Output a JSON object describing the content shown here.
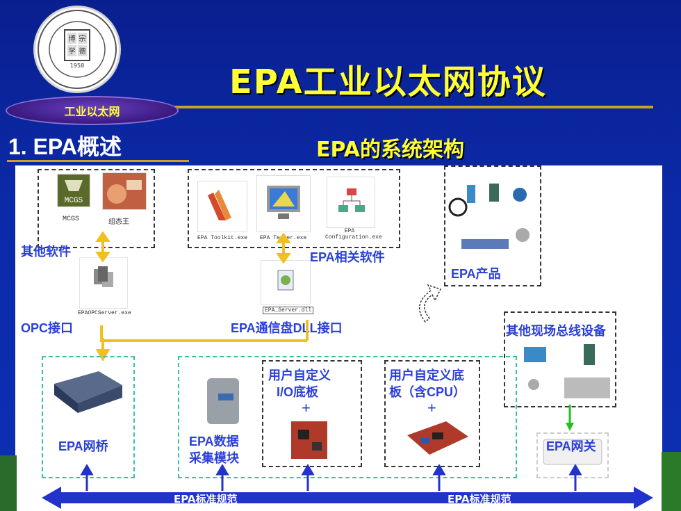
{
  "title": "EPA工业以太网协议",
  "oval_label": "工业以太网",
  "section_heading": "1.  EPA概述",
  "subtitle": "EPA的系统架构",
  "logo": {
    "year": "1958",
    "seal_chars": [
      "博",
      "学",
      "宗",
      "德"
    ]
  },
  "software": {
    "mcgs_label": "MCGS",
    "zutaiwang_label": "组态王",
    "other_software": "其他软件",
    "opc_exe": "EPAOPCServer.exe",
    "opc_interface": "OPC接口",
    "toolkit_exe": "EPA Toolkit.exe",
    "tester_exe": "EPA Tester.exe",
    "config_exe": "EPA Configuration.exe",
    "epa_software": "EPA相关软件",
    "dll_file": "EPA_Server.dll",
    "dll_interface": "EPA通信盘DLL接口"
  },
  "products": {
    "label": "EPA产品"
  },
  "fieldbus": {
    "label": "其他现场总线设备"
  },
  "devices": {
    "bridge": "EPA网桥",
    "daq_line1": "EPA数据",
    "daq_line2": "采集模块",
    "io_board_line1": "用户自定义",
    "io_board_line2": "I/O底板",
    "cpu_board_line1": "用户自定义底",
    "cpu_board_line2": "板（含CPU）",
    "plus": "+",
    "gateway": "EPA网关"
  },
  "bus": {
    "left_label": "EPA标准规范",
    "right_label": "EPA标准规范"
  },
  "colors": {
    "title": "#ffff33",
    "label": "#2a3fd8",
    "bus": "#2233cc",
    "gold": "#c9a227",
    "teal": "#33c4a8"
  }
}
